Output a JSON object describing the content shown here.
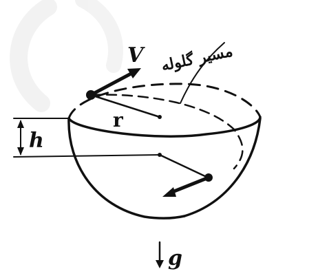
{
  "labels": {
    "velocity": "V",
    "radius": "r",
    "height": "h",
    "gravity": "g",
    "trajectory": "مسیر گلوله"
  }
}
